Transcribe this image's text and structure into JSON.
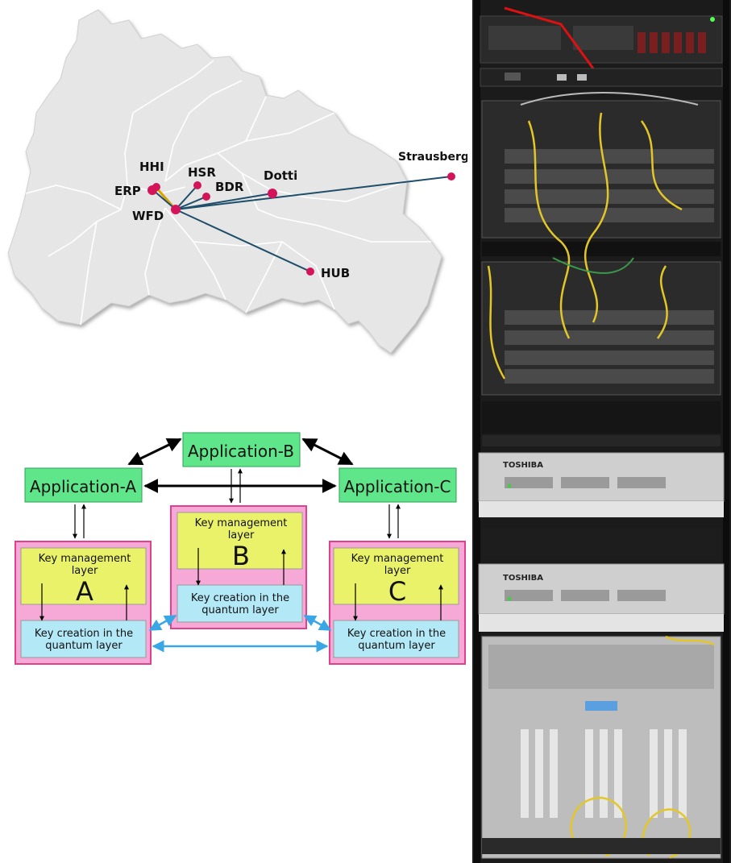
{
  "map": {
    "colors": {
      "land": "#e6e6e6",
      "border": "#ffffff",
      "link": "#1f4e6b",
      "link_alt": "#d9a300",
      "node": "#d4145a"
    },
    "nodes": {
      "hhi": "HHI",
      "erp": "ERP",
      "hsr": "HSR",
      "bdr": "BDR",
      "dotti": "Dotti",
      "wfd": "WFD",
      "strausberg": "Strausberg",
      "hub": "HUB"
    }
  },
  "diagram": {
    "colors": {
      "app": "#5fe58a",
      "node_box": "#f6a8d6",
      "node_border": "#e0418f",
      "km_layer": "#eaf26a",
      "quantum_layer": "#b3e8f7",
      "quantum_link": "#39a6e6"
    },
    "applications": {
      "a": "Application-A",
      "b": "Application-B",
      "c": "Application-C"
    },
    "nodes": {
      "a": {
        "km_line1": "Key management",
        "km_line2": "layer",
        "letter": "A",
        "q_line1": "Key creation in the",
        "q_line2": "quantum layer"
      },
      "b": {
        "km_line1": "Key management",
        "km_line2": "layer",
        "letter": "B",
        "q_line1": "Key creation in the",
        "q_line2": "quantum layer"
      },
      "c": {
        "km_line1": "Key management",
        "km_line2": "layer",
        "letter": "C",
        "q_line1": "Key creation in the",
        "q_line2": "quantum layer"
      }
    }
  },
  "rack": {
    "device_1_brand": "TOSHIBA",
    "device_2_brand": "TOSHIBA"
  }
}
